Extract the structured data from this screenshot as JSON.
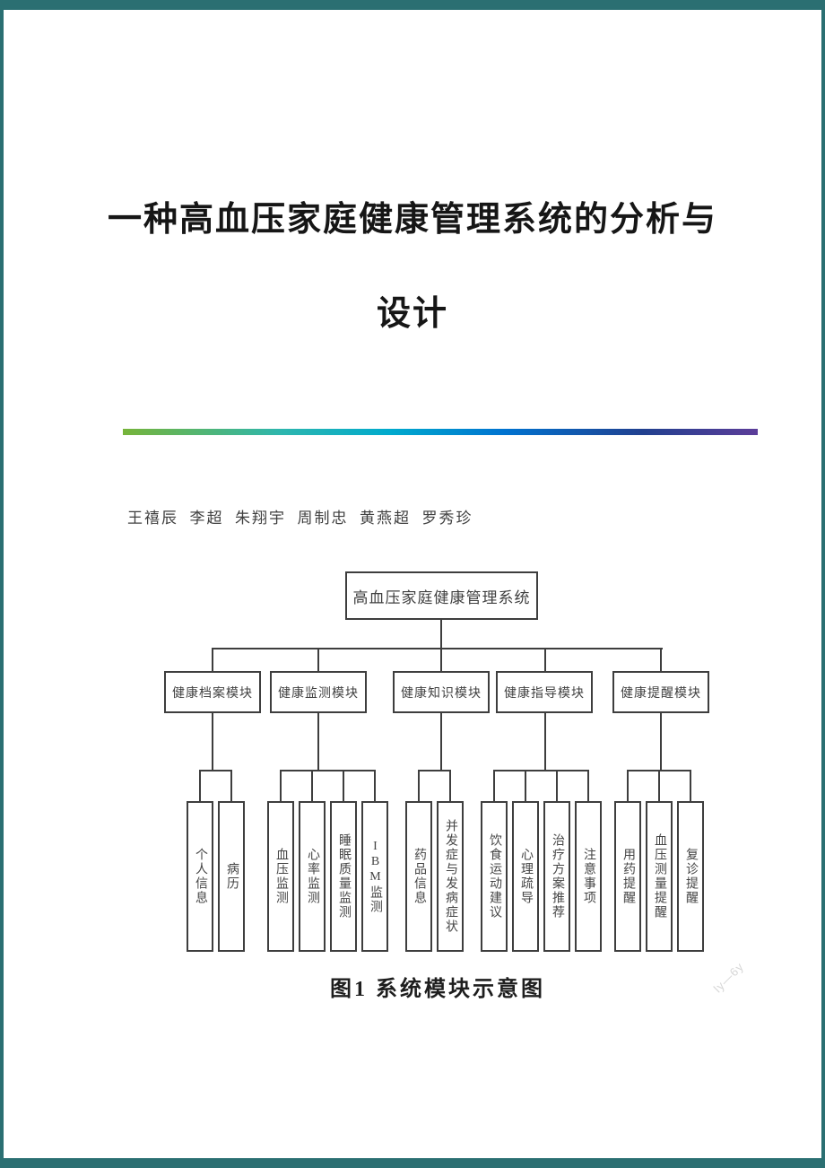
{
  "doc": {
    "title_line1": "一种高血压家庭健康管理系统的分析与",
    "title_line2": "设计",
    "authors": "王禧辰  李超  朱翔宇  周制忠  黄燕超  罗秀珍",
    "caption": "图1  系统模块示意图",
    "watermark": "ly—6y",
    "frame_color": "#2b6f72",
    "divider_gradient_colors": [
      "#76b43a",
      "#2db6ae",
      "#00aacd",
      "#0073d0",
      "#21408f",
      "#5c3d99"
    ]
  },
  "diagram": {
    "root": {
      "label": "高血压家庭健康管理系统"
    },
    "modules": [
      {
        "label": "健康档案模块",
        "children": [
          "个人信息",
          "病历"
        ]
      },
      {
        "label": "健康监测模块",
        "children": [
          "血压监测",
          "心率监测",
          "睡眠质量监测",
          "IBM监测"
        ]
      },
      {
        "label": "健康知识模块",
        "children": [
          "药品信息",
          "并发症与发病症状"
        ]
      },
      {
        "label": "健康指导模块",
        "children": [
          "饮食运动建议",
          "心理疏导",
          "治疗方案推荐",
          "注意事项"
        ]
      },
      {
        "label": "健康提醒模块",
        "children": [
          "用药提醒",
          "血压测量提醒",
          "复诊提醒"
        ]
      }
    ]
  }
}
